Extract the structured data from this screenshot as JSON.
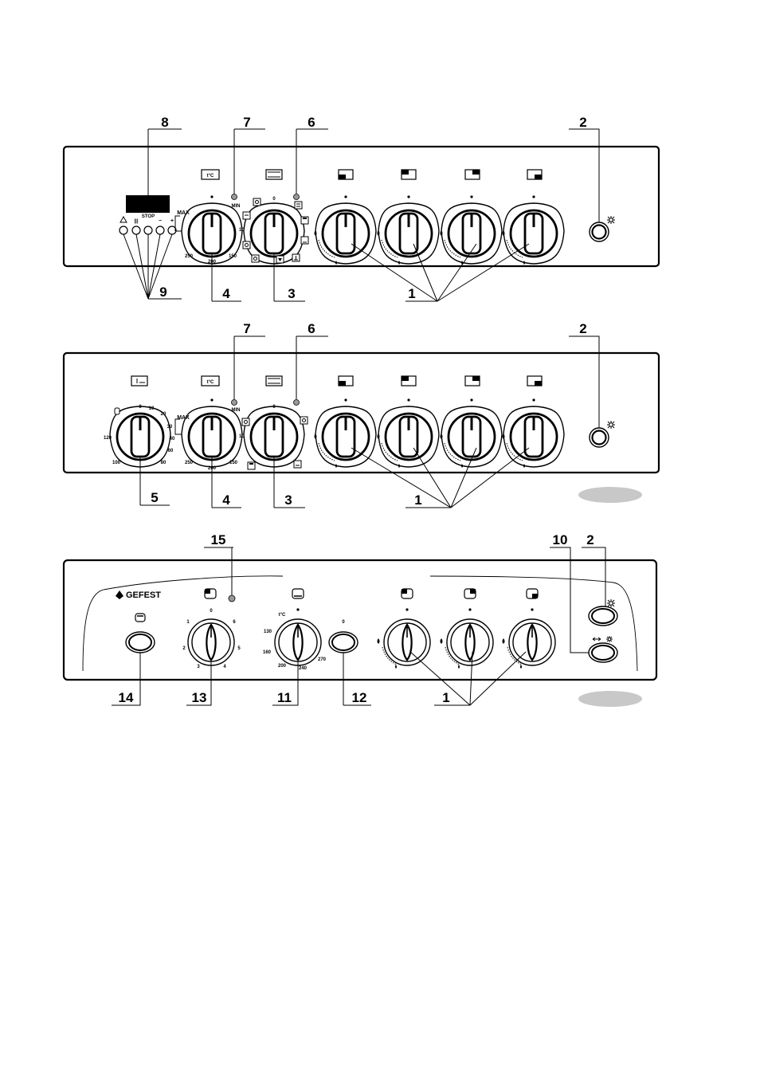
{
  "panel1": {
    "callouts": {
      "burners": "1",
      "ignition": "2",
      "oven_mode": "3",
      "oven_temp": "4",
      "mode_lamp": "6",
      "temp_lamp": "7",
      "display": "8",
      "timer_buttons": "9"
    },
    "temp_symbol": "t°C",
    "temp_dial": {
      "max": "MAX",
      "min": "MIN",
      "t250": "250",
      "t200": "200",
      "t150": "150",
      "t100": "100"
    },
    "mode_dial_zero": "0",
    "buttons": [
      "△",
      "|||",
      "STOP",
      "−",
      "+"
    ]
  },
  "panel2": {
    "callouts": {
      "burners": "1",
      "ignition": "2",
      "oven_mode": "3",
      "oven_temp": "4",
      "timer": "5",
      "mode_lamp": "6",
      "temp_lamp": "7"
    },
    "temp_symbol": "t°C",
    "timer_dial": [
      "0",
      "10",
      "20",
      "30",
      "40",
      "60",
      "80",
      "100",
      "120"
    ],
    "temp_dial": {
      "max": "MAX",
      "min": "MIN",
      "t250": "250",
      "t200": "200",
      "t150": "150",
      "t100": "100"
    },
    "mode_dial_zero": "0"
  },
  "panel3": {
    "brand": "GEFEST",
    "callouts": {
      "burners": "1",
      "ignition": "2",
      "light_button": "10",
      "oven_temp": "11",
      "oven_button": "12",
      "grill_knob": "13",
      "grill_button": "14",
      "lamp": "15"
    },
    "grill_dial": [
      "0",
      "1",
      "2",
      "3",
      "4",
      "5",
      "6"
    ],
    "oven_dial": {
      "unit": "t°C",
      "t130": "130",
      "t160": "160",
      "t200": "200",
      "t240": "240",
      "t270": "270"
    },
    "button_zero": "0"
  },
  "icons": [
    "burner-position-icon",
    "thermometer-icon",
    "oven-mode-icon",
    "ignition-spark-icon",
    "bell-icon",
    "flame-icon",
    "clock-icon",
    "fan-icon",
    "grill-icon",
    "light-icon"
  ]
}
